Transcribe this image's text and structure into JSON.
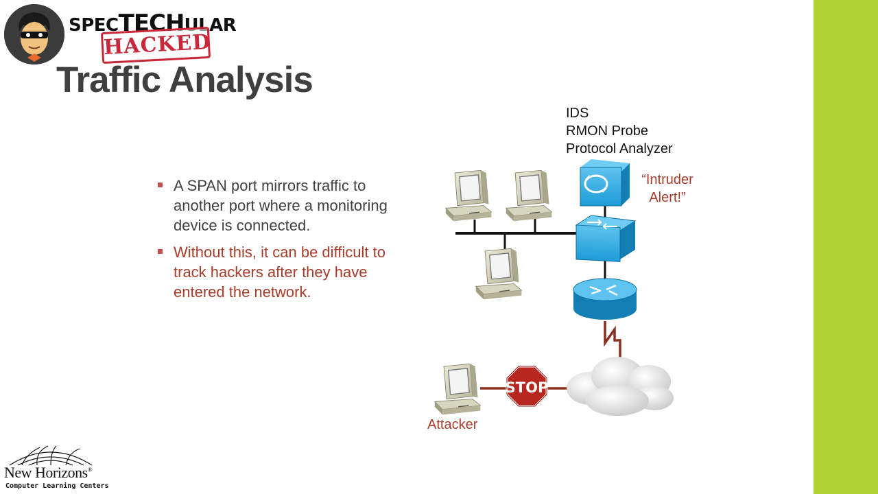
{
  "brand": {
    "part1": "SPEC",
    "part2": "TECH",
    "part3": "ULAR",
    "stamp": "HACKED"
  },
  "slide": {
    "title": "Traffic Analysis",
    "bullets": [
      "A SPAN port mirrors traffic to another port where a monitoring device is connected.",
      "Without this, it can be difficult to track hackers after they have entered the network."
    ]
  },
  "diagram": {
    "device_labels": [
      "IDS",
      "RMON Probe",
      "Protocol Analyzer"
    ],
    "intruder_label_line1": "“Intruder",
    "intruder_label_line2": "Alert!”",
    "stop_sign": "STOP",
    "attacker_label": "Attacker"
  },
  "footer_logo": {
    "name": "New Horizons",
    "registered_mark": "®",
    "subtitle": "Computer Learning Centers"
  },
  "colors": {
    "accent_green": "#b3d334",
    "title_gray": "#3f3f3f",
    "emphasis_red": "#a83c2a",
    "device_blue": "#1e9bd7"
  }
}
